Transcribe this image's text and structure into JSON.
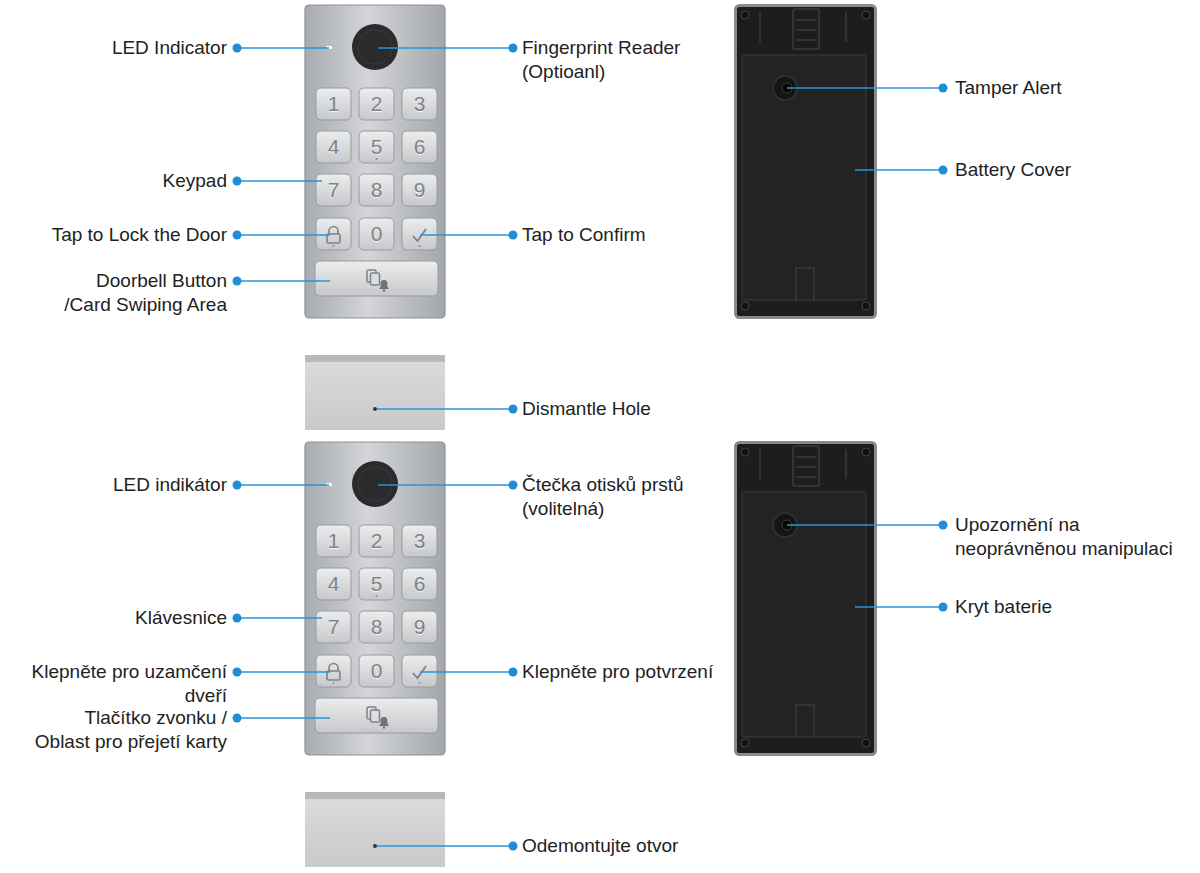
{
  "diagram": {
    "labels": [
      "LED Indicator",
      "Fingerprint Reader (Optioanl)",
      "1",
      "2",
      "3",
      "Tamper Alert",
      "4",
      "5",
      "6",
      "Battery Cover",
      "Keypad",
      "7",
      "8",
      "9",
      "Tap to Lock the Door",
      "0",
      "Tap to Confirm",
      "Doorbell Button /Card Swiping Area",
      "Dismantle Hole",
      "LED indikátor",
      "Čtečka otisků prstů (volitelná)",
      "1",
      "2",
      "3",
      "Upozornění na neoprávněnou manipulaci",
      "4",
      "5",
      "6",
      "Kryt baterie",
      "Klávesnice",
      "7",
      "8",
      "9",
      "Klepněte pro uzamčení dveří",
      "0",
      "Klepněte pro potvrzení",
      "Tlačítko zvonku / Oblast pro přejetí karty",
      "Odemontujte otvor"
    ]
  }
}
